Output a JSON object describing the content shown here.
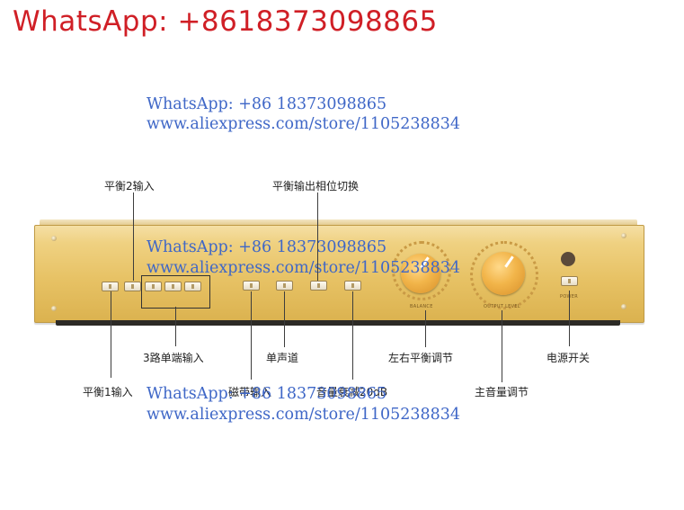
{
  "watermark_top": "WhatsApp: +8618373098865",
  "watermark_blocks": [
    {
      "line1": "WhatsApp: +86 18373098865",
      "line2": "www.aliexpress.com/store/1105238834"
    },
    {
      "line1": "WhatsApp: +86 18373098865",
      "line2": "www.aliexpress.com/store/1105238834"
    },
    {
      "line1": "WhatsApp: +86 18373098865",
      "line2": "www.aliexpress.com/store/1105238834"
    }
  ],
  "labels": {
    "balance2_input": "平衡2输入",
    "balance_phase_switch": "平衡输出相位切换",
    "three_single_input": "3路单端输入",
    "balance1_input": "平衡1输入",
    "tape_input": "磁带输入",
    "mono": "单声道",
    "volume_reduce": "音量衰减20dB",
    "balance_adjust": "左右平衡调节",
    "main_volume": "主音量调节",
    "power_switch": "电源开关"
  },
  "panel": {
    "balance_text": "BALANCE",
    "output_level_text": "OUTPUT LEVEL",
    "power_text": "POWER"
  }
}
